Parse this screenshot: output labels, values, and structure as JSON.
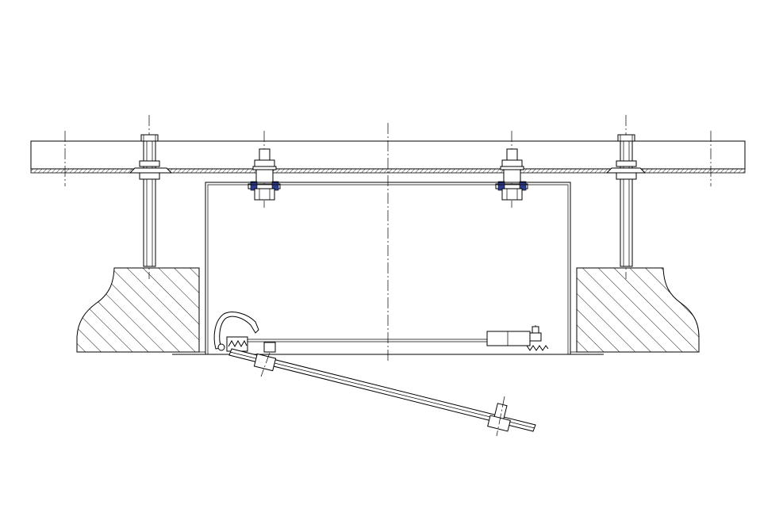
{
  "drawing": {
    "kind": "technical-section-drawing",
    "colors": {
      "line": "#000000",
      "background": "#ffffff",
      "gasket": "#2e3a8c"
    },
    "components": [
      "ceiling-slab",
      "threaded-rod-hangers",
      "access-frame",
      "support-blocks",
      "hinged-door-panel",
      "latch",
      "hinge"
    ]
  }
}
